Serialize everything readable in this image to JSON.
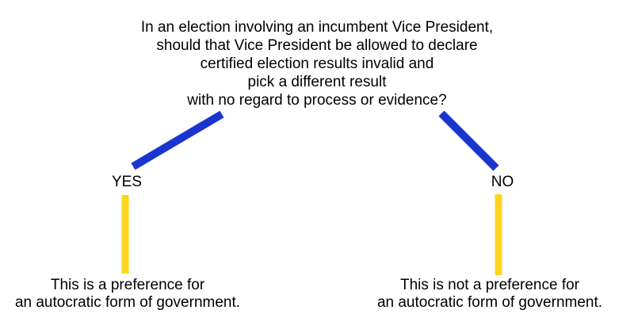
{
  "colors": {
    "background": "#FFFFFF",
    "branch_line_blue": "#1A35CE",
    "stem_line_yellow": "#FFD41E",
    "text": "#000000"
  },
  "question": {
    "lines": [
      "In an election involving an incumbent Vice President,",
      "should that Vice President be allowed to declare",
      "certified election results invalid and",
      "pick a different result",
      "with no regard to process or evidence?"
    ]
  },
  "branches": {
    "yes": {
      "label": "YES",
      "answer_lines": [
        "This is a preference for",
        "an autocratic form of government."
      ]
    },
    "no": {
      "label": "NO",
      "answer_lines": [
        "This is not a preference for",
        "an autocratic form of government."
      ]
    }
  }
}
